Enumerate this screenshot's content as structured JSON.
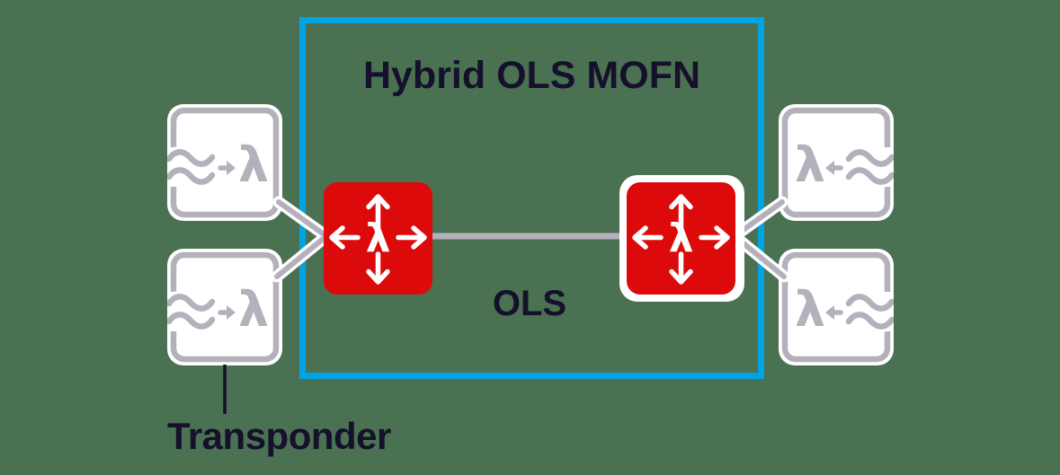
{
  "title": "Hybrid OLS MOFN",
  "labels": {
    "link": "OLS",
    "transponder": "Transponder"
  },
  "glyphs": {
    "lambda": "λ"
  },
  "colors": {
    "background": "#4A7151",
    "blue": "#00A4E4",
    "red": "#DC0A0A",
    "gray": "#B4B1BC",
    "dark": "#15102B",
    "white": "#FFFFFF"
  },
  "nodes": {
    "roadms": [
      {
        "name": "roadm-left",
        "icon": "lambda-four-way-arrows"
      },
      {
        "name": "roadm-right",
        "icon": "lambda-four-way-arrows"
      }
    ],
    "transponders": [
      {
        "name": "transponder-top-left",
        "icon": "signal-waves-to-lambda"
      },
      {
        "name": "transponder-bottom-left",
        "icon": "signal-waves-to-lambda"
      },
      {
        "name": "transponder-top-right",
        "icon": "lambda-from-signal-waves"
      },
      {
        "name": "transponder-bottom-right",
        "icon": "lambda-from-signal-waves"
      }
    ]
  }
}
